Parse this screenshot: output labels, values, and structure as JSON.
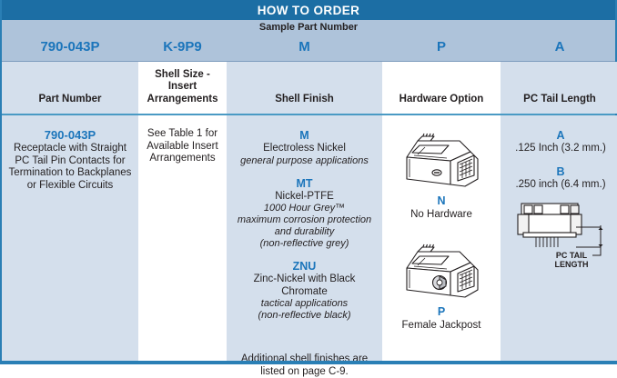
{
  "title": "HOW TO ORDER",
  "sample": {
    "label": "Sample Part Number",
    "segments": [
      "790-043P",
      "K-9P9",
      "M",
      "P",
      "A"
    ]
  },
  "columns": [
    {
      "header": "Part Number"
    },
    {
      "header": "Shell Size -\nInsert\nArrangements"
    },
    {
      "header": "Shell Finish"
    },
    {
      "header": "Hardware Option"
    },
    {
      "header": "PC Tail Length"
    }
  ],
  "part_number": {
    "code": "790-043P",
    "description": "Receptacle with Straight PC Tail Pin Contacts for Termination to Backplanes or Flexible Circuits"
  },
  "shell_size": {
    "text": "See Table 1 for Available Insert Arrangements"
  },
  "shell_finish": {
    "options": [
      {
        "code": "M",
        "name": "Electroless Nickel",
        "notes": [
          "general purpose applications"
        ]
      },
      {
        "code": "MT",
        "name": "Nickel-PTFE",
        "notes": [
          "1000 Hour Grey™",
          "maximum corrosion protection and durability",
          "(non-reflective grey)"
        ]
      },
      {
        "code": "ZNU",
        "name": "Zinc-Nickel with Black Chromate",
        "notes": [
          "tactical applications",
          "(non-reflective black)"
        ]
      }
    ],
    "footnote": "Additional shell finishes are listed on page C-9."
  },
  "hardware_option": {
    "options": [
      {
        "code": "N",
        "label": "No Hardware",
        "icon": "connector-no-hardware-image"
      },
      {
        "code": "P",
        "label": "Female Jackpost",
        "icon": "connector-female-jackpost-image"
      }
    ]
  },
  "pc_tail_length": {
    "options": [
      {
        "code": "A",
        "label": ".125 Inch (3.2 mm.)"
      },
      {
        "code": "B",
        "label": ".250 inch (6.4 mm.)"
      }
    ],
    "diagram_caption_line1": "PC TAIL",
    "diagram_caption_line2": "LENGTH",
    "diagram_icon": "pc-tail-length-diagram"
  },
  "colors": {
    "title_bar": "#1c6ea4",
    "sample_band": "#aec3da",
    "tint": "#d4dfec",
    "accent_text": "#1b75bb",
    "border": "#2a7fb5"
  }
}
